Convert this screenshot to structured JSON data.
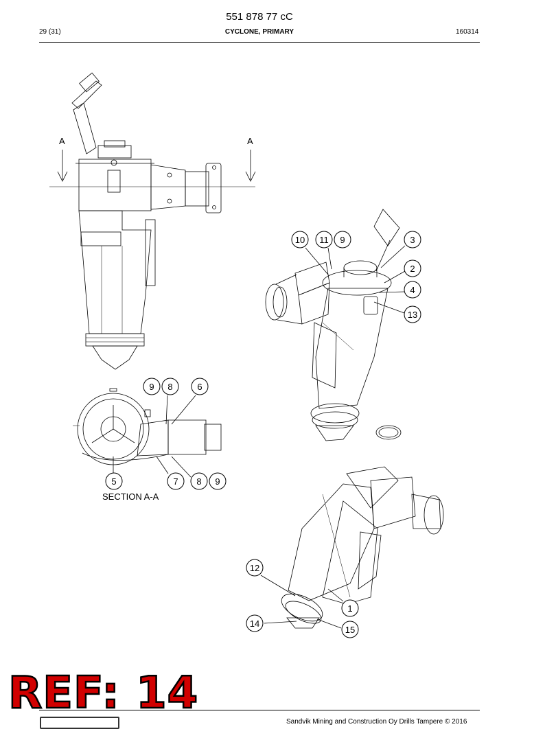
{
  "header": {
    "doc_number": "551 878 77 cC",
    "page_ref": "29 (31)",
    "title": "CYCLONE, PRIMARY",
    "date": "160314"
  },
  "drawing": {
    "section_markers": [
      "A",
      "A"
    ],
    "section_label": "SECTION A-A",
    "callouts": [
      "10",
      "11",
      "9",
      "3",
      "2",
      "4",
      "13",
      "9",
      "8",
      "6",
      "5",
      "7",
      "8",
      "9",
      "12",
      "1",
      "14",
      "15"
    ]
  },
  "footer": {
    "copyright": "Sandvik Mining and Construction Oy Drills Tampere © 2016"
  },
  "stamp": {
    "text": "REF: 14",
    "color": "#d10000"
  }
}
